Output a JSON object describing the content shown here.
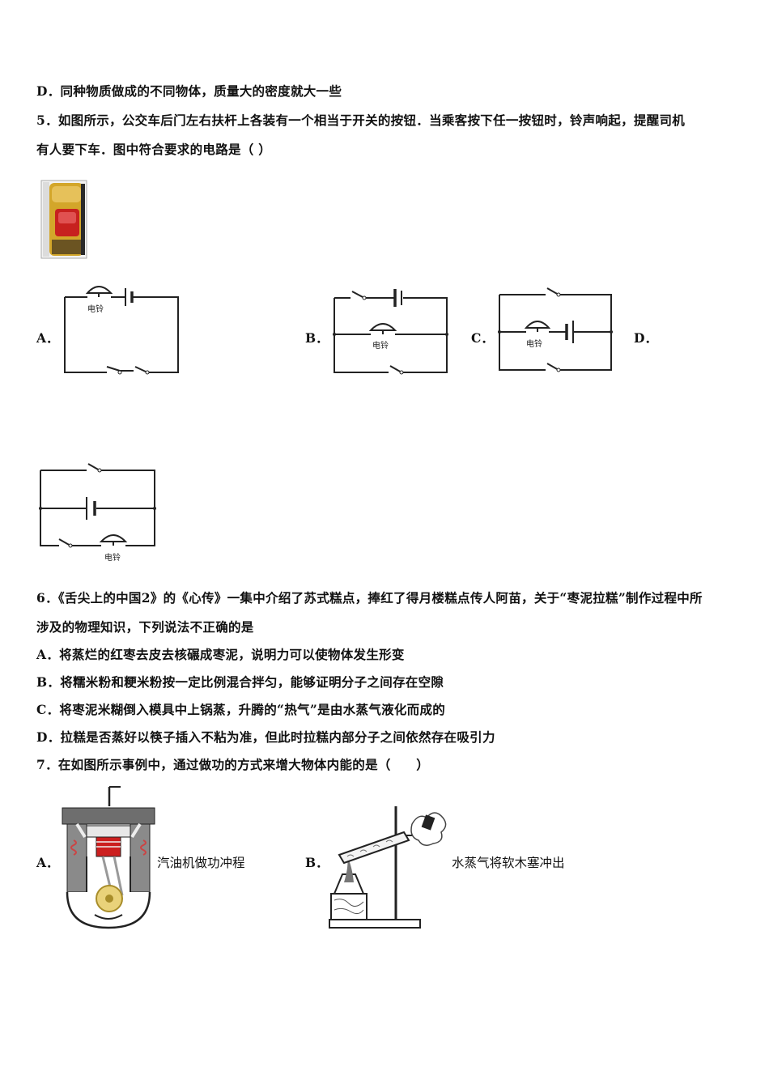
{
  "q4": {
    "option_d": "D．同种物质做成的不同物体，质量大的密度就大一些"
  },
  "q5": {
    "stem_line1": "5．如图所示，公交车后门左右扶杆上各装有一个相当于开关的按钮．当乘客按下任一按钮时，铃声响起，提醒司机",
    "stem_line2": "有人要下车．图中符合要求的电路是（ ）",
    "label_a": "A．",
    "label_b": "B．",
    "label_c": "C．",
    "label_d": "D．",
    "bell_label": "电铃"
  },
  "q6": {
    "stem_line1": "6．《舌尖上的中国2》的《心传》一集中介绍了苏式糕点，捧红了得月楼糕点传人阿苗，关于“枣泥拉糕”制作过程中所",
    "stem_line2": "涉及的物理知识，下列说法不正确的是",
    "option_a": "A．将蒸烂的红枣去皮去核碾成枣泥，说明力可以使物体发生形变",
    "option_b": "B．将糯米粉和粳米粉按一定比例混合拌匀，能够证明分子之间存在空隙",
    "option_c": "C．将枣泥米糊倒入模具中上锅蒸，升腾的“热气”是由水蒸气液化而成的",
    "option_d": "D．拉糕是否蒸好以筷子插入不粘为准，但此时拉糕内部分子之间依然存在吸引力"
  },
  "q7": {
    "stem": "7．在如图所示事例中，通过做功的方式来增大物体内能的是（　　）",
    "label_a": "A．",
    "caption_a": "汽油机做功冲程",
    "label_b": "B．",
    "caption_b": "水蒸气将软木塞冲出"
  }
}
